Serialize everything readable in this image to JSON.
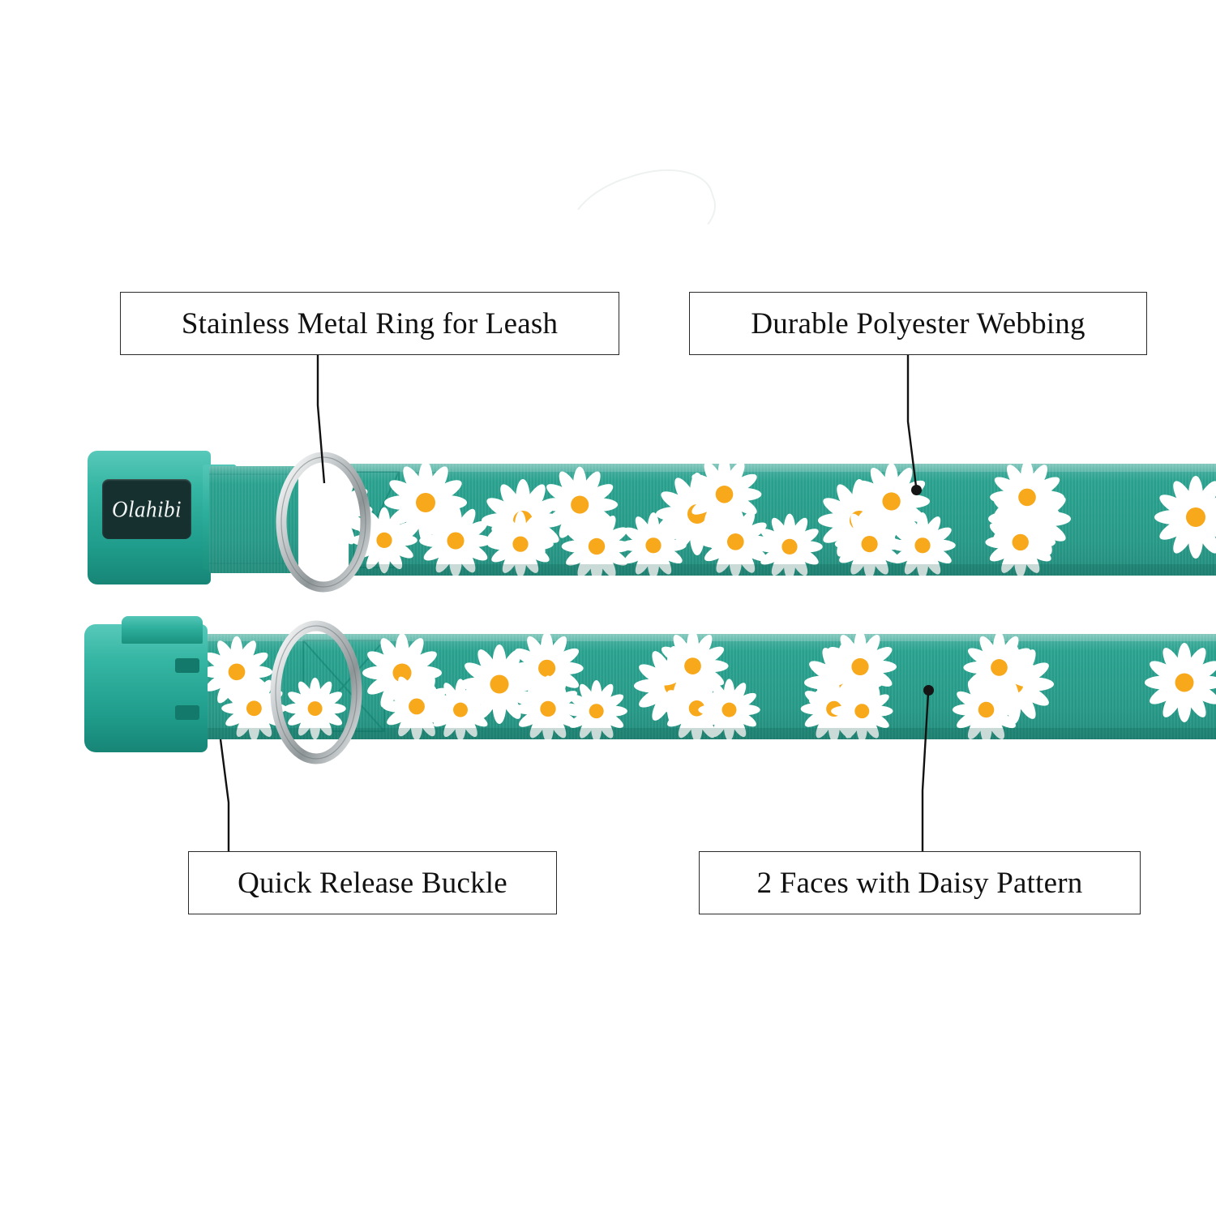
{
  "product": {
    "brand_text": "Olahibi",
    "color_name": "teal",
    "pattern_name": "daisy",
    "colors": {
      "webbing_teal": "#2aa491",
      "buckle_teal": "#35b5a3",
      "daisy_petal": "#ffffff",
      "daisy_center": "#f5a623",
      "metal_ring": "#c9ccce",
      "label_border": "#2a2a2a",
      "label_text": "#111111",
      "background": "#ffffff"
    }
  },
  "callouts": [
    {
      "id": "ring",
      "label": "Stainless Metal Ring for Leash",
      "target": "d-ring on upper collar"
    },
    {
      "id": "webbing",
      "label": "Durable Polyester Webbing",
      "target": "upper strap webbing"
    },
    {
      "id": "buckle",
      "label": "Quick Release Buckle",
      "target": "lower collar buckle"
    },
    {
      "id": "faces",
      "label": "2 Faces with Daisy Pattern",
      "target": "lower strap webbing"
    }
  ],
  "views": [
    {
      "id": "upper-collar",
      "description": "front face of collar with buckle, brand plate and metal D-ring"
    },
    {
      "id": "lower-collar",
      "description": "reverse face of collar with buckle socket and metal D-ring"
    }
  ]
}
